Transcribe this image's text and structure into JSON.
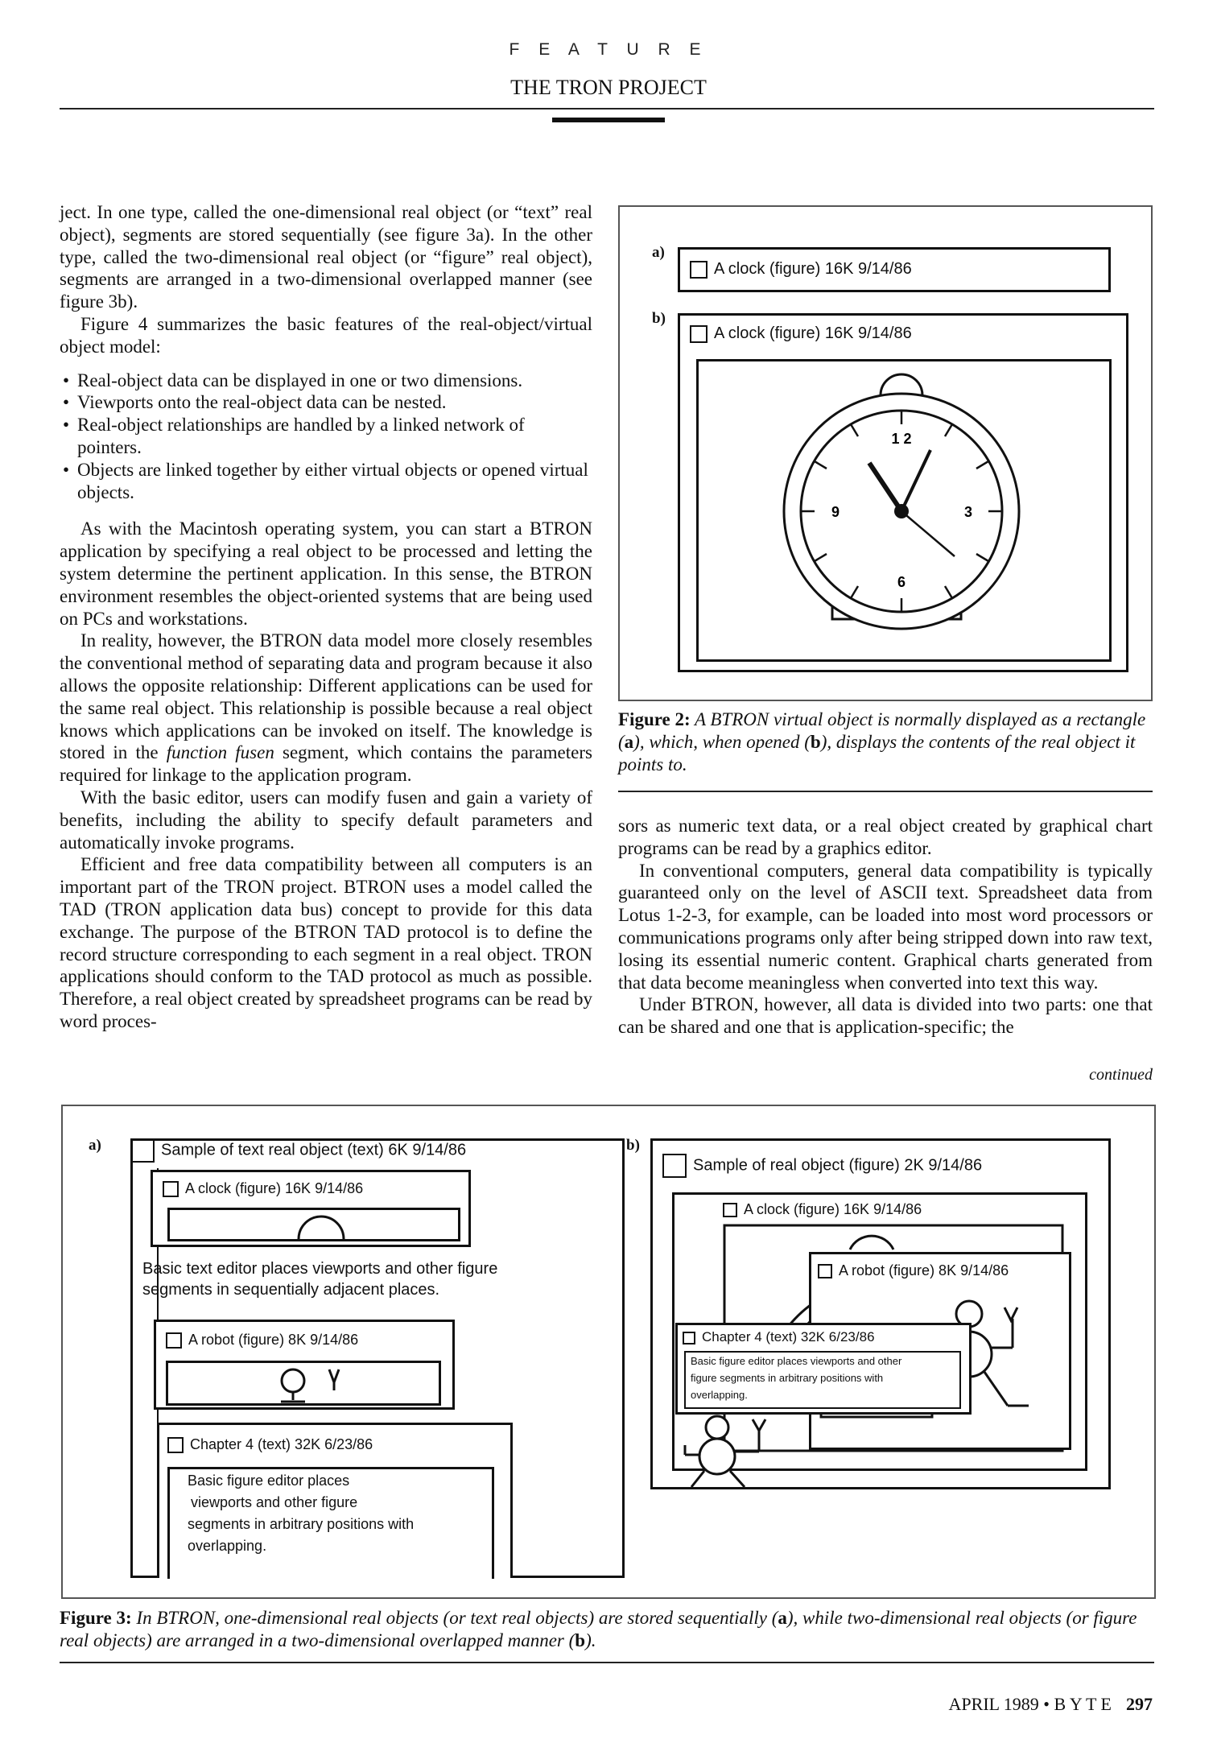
{
  "header": {
    "kicker": "F E A T U R E",
    "title": "THE TRON PROJECT"
  },
  "column1": {
    "p1": "ject. In one type, called the one-dimensional real object (or “text” real object), segments are stored sequentially (see figure 3a). In the other type, called the two-dimensional real object (or “figure” real object), segments are arranged in a two-dimensional overlapped manner (see figure 3b).",
    "p2": "Figure 4 summarizes the basic features of the real-object/virtual object model:",
    "bullets": [
      "Real-object data can be displayed in one or two dimensions.",
      "Viewports onto the real-object data can be nested.",
      "Real-object relationships are handled by a linked network of pointers.",
      "Objects are linked together by either virtual objects or opened virtual objects."
    ],
    "p3": "As with the Macintosh operating system, you can start a BTRON application by specifying a real object to be processed and letting the system determine the pertinent application. In this sense, the BTRON environment resembles the object-oriented systems that are being used on PCs and workstations.",
    "p4_a": "In reality, however, the BTRON data model more closely resembles the conventional method of separating data and program because it also allows the opposite relationship: Different applications can be used for the same real object. This relationship is possible because a real object knows which applications can be invoked on itself. The knowledge is stored in the ",
    "p4_em": "function fusen",
    "p4_b": " segment, which contains the parameters required for linkage to the application program.",
    "p5": "With the basic editor, users can modify fusen and gain a variety of benefits, including the ability to specify default parameters and automatically invoke programs.",
    "p6": "Efficient and free data compatibility between all computers is an important part of the TRON project. BTRON uses a model called the TAD (TRON application data bus) concept to provide for this data exchange. The purpose of the BTRON TAD protocol is to define the record structure corresponding to each segment in a real object. TRON applications should conform to the TAD protocol as much as possible. Therefore, a real object created by spreadsheet programs can be read by word proces-"
  },
  "column2": {
    "p1": "sors as numeric text data, or a real object created by graphical chart programs can be read by a graphics editor.",
    "p2": "In conventional computers, general data compatibility is typically guaranteed only on the level of ASCII text. Spreadsheet data from Lotus 1-2-3, for example, can be loaded into most word processors or communications programs only after being stripped down into raw text, losing its essential numeric content. Graphical charts generated from that data become meaningless when converted into text this way.",
    "p3": "Under BTRON, however, all data is divided into two parts: one that can be shared and one that is application-specific; the",
    "continued": "continued"
  },
  "figure2": {
    "label_a": "a)",
    "label_b": "b)",
    "object_label": "A clock (figure) 16K 9/14/86",
    "clock_numbers": [
      "1 2",
      "3",
      "6",
      "9"
    ],
    "caption_num": "Figure 2:",
    "caption_1": " A BTRON virtual object is normally displayed as a rectangle (",
    "caption_a": "a",
    "caption_2": "), which, when opened (",
    "caption_b": "b",
    "caption_3": "), displays the contents of the real object it points to."
  },
  "figure3": {
    "label_a": "a)",
    "label_b": "b)",
    "a": {
      "outer": "Sample of text real object (text) 6K 9/14/86",
      "clock": "A clock (figure) 16K 9/14/86",
      "text1": "Basic text editor places viewports and other figure",
      "text2": "segments in sequentially adjacent places.",
      "robot": "A robot (figure) 8K 9/14/86",
      "chapter": "Chapter 4 (text) 32K 6/23/86",
      "ch_text": [
        "Basic figure editor places",
        "viewports and other figure",
        "segments in arbitrary positions with",
        "overlapping."
      ]
    },
    "b": {
      "outer": "Sample of real object (figure) 2K 9/14/86",
      "clock": "A clock (figure) 16K 9/14/86",
      "robot": "A robot (figure) 8K 9/14/86",
      "chapter": "Chapter 4 (text) 32K 6/23/86",
      "ch_text": [
        "Basic figure editor places viewports and other",
        "figure segments in arbitrary positions with",
        "overlapping."
      ]
    },
    "caption_num": "Figure 3:",
    "caption_1": " In BTRON, one-dimensional real objects (or text real objects) are stored sequentially (",
    "caption_a": "a",
    "caption_2": "), while two-dimensional real objects (or figure real objects) are arranged in a two-dimensional overlapped manner (",
    "caption_b": "b",
    "caption_3": ")."
  },
  "footer": {
    "issue": "APRIL 1989 • B Y T E",
    "page": "297"
  }
}
